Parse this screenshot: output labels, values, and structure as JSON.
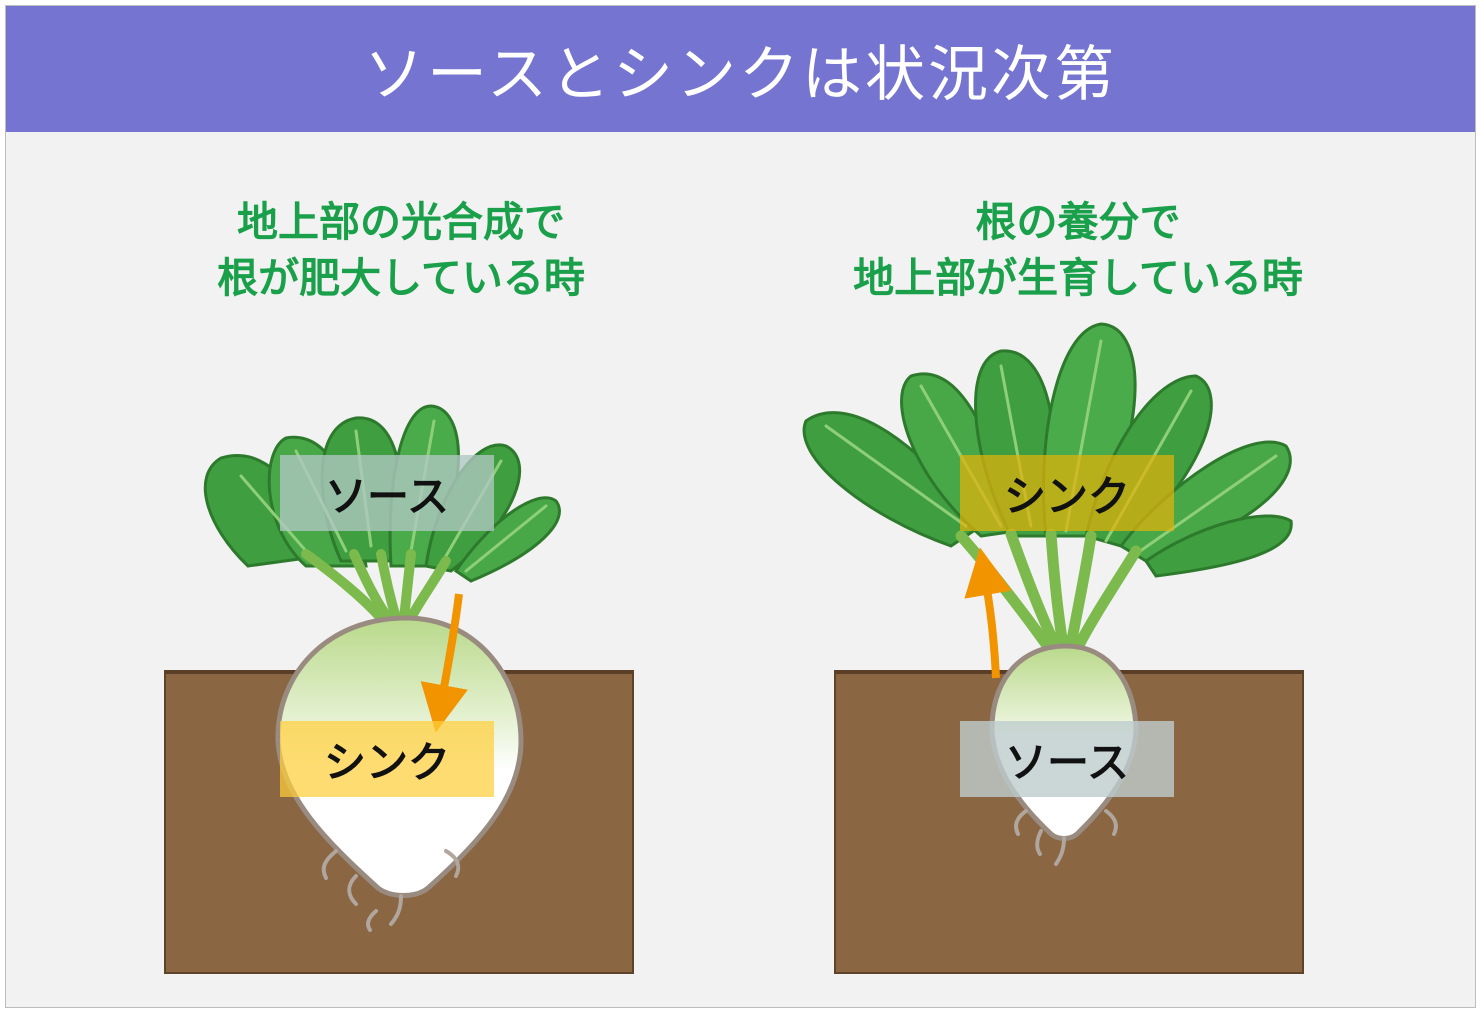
{
  "header": {
    "title": "ソースとシンクは状況次第"
  },
  "panels": {
    "left": {
      "caption": [
        "地上部の光合成で",
        "根が肥大している時"
      ],
      "top_label": "ソース",
      "bottom_label": "シンク"
    },
    "right": {
      "caption": [
        "根の養分で",
        "地上部が生育している時"
      ],
      "top_label": "シンク",
      "bottom_label": "ソース"
    }
  },
  "colors": {
    "header_bg": "#7575d1",
    "caption_text": "#1aa04a",
    "soil": "#8a6642",
    "leaf": "#3f9e3f",
    "arrow": "#f29400",
    "source_box": "#afc8c3",
    "sink_box": "#ffcf3c"
  }
}
